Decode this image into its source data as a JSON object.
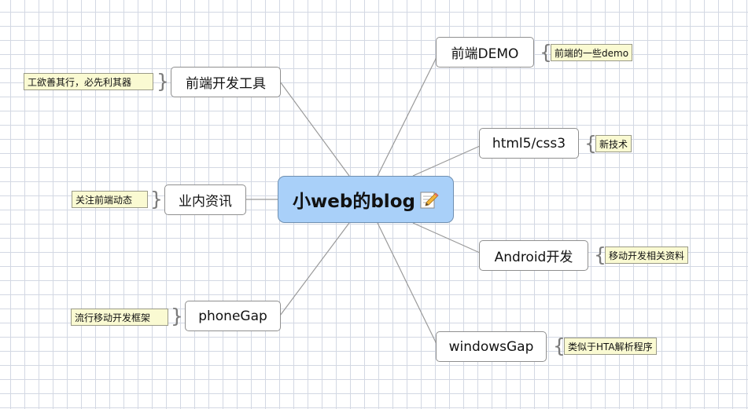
{
  "central": {
    "label": "小web的blog",
    "icon": "memo-pencil-icon"
  },
  "topics": [
    {
      "label": "前端DEMO",
      "note": "前端的一些demo"
    },
    {
      "label": "html5/css3",
      "note": "新技术"
    },
    {
      "label": "Android开发",
      "note": "移动开发相关资料"
    },
    {
      "label": "windowsGap",
      "note": "类似于HTA解析程序"
    },
    {
      "label": "前端开发工具",
      "note": "工欲善其行，必先利其器"
    },
    {
      "label": "业内资讯",
      "note": "关注前端动态"
    },
    {
      "label": "phoneGap",
      "note": "流行移动开发框架"
    }
  ],
  "colors": {
    "central_fill": "#a9d0f9",
    "note_fill": "#fafad2",
    "grid": "#d3d8e3",
    "link": "#9a9a9a"
  }
}
